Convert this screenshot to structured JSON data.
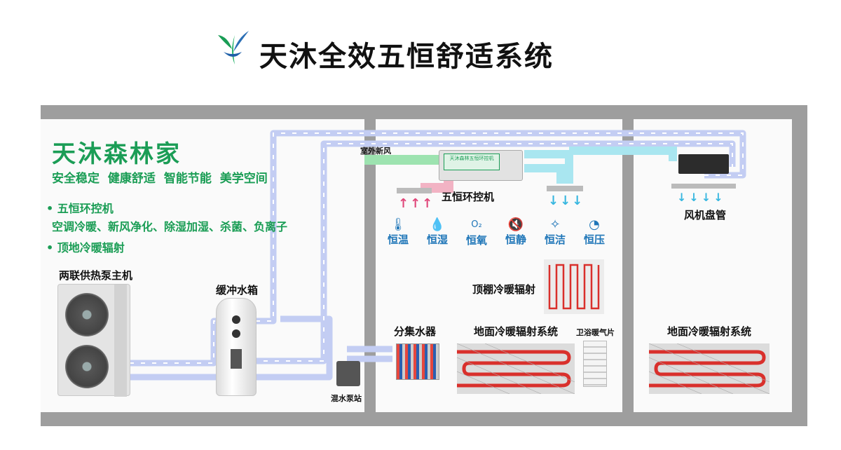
{
  "title": "天沐全效五恒舒适系统",
  "brand": "天沐森林家",
  "slogan": "安全稳定  健康舒适  智能节能  美学空间",
  "features": {
    "item1": "• 五恒环控机",
    "item1_desc": "空调冷暖、新风净化、除湿加湿、杀菌、负离子",
    "item2": "• 顶地冷暖辐射"
  },
  "labels": {
    "heat_pump": "两联供热泵主机",
    "buffer_tank": "缓冲水箱",
    "mixing_station": "混水泵站",
    "manifold": "分集水器",
    "fresh_air": "室外新风",
    "controller": "五恒环控机",
    "controller_screen": "天沐森林五恒环控机",
    "fan_coil": "风机盘管",
    "ceiling_radiant": "顶棚冷暖辐射",
    "floor_radiant_1": "地面冷暖辐射系统",
    "bath_radiator": "卫浴暖气片",
    "floor_radiant_2": "地面冷暖辐射系统"
  },
  "constants": [
    {
      "label": "恒温",
      "icon": "thermometer-icon",
      "glyph": "🌡"
    },
    {
      "label": "恒湿",
      "icon": "humidity-icon",
      "glyph": "💧"
    },
    {
      "label": "恒氧",
      "icon": "oxygen-icon",
      "glyph": "O₂"
    },
    {
      "label": "恒静",
      "icon": "quiet-icon",
      "glyph": "🔇"
    },
    {
      "label": "恒洁",
      "icon": "clean-icon",
      "glyph": "✧"
    },
    {
      "label": "恒压",
      "icon": "pressure-icon",
      "glyph": "◔"
    }
  ],
  "colors": {
    "brand_green": "#1b9d56",
    "accent_blue": "#1f76b8",
    "pipe_blue": "#b9c6f2",
    "radiant_red": "#d9302c",
    "wall_gray": "#9e9e9e"
  }
}
